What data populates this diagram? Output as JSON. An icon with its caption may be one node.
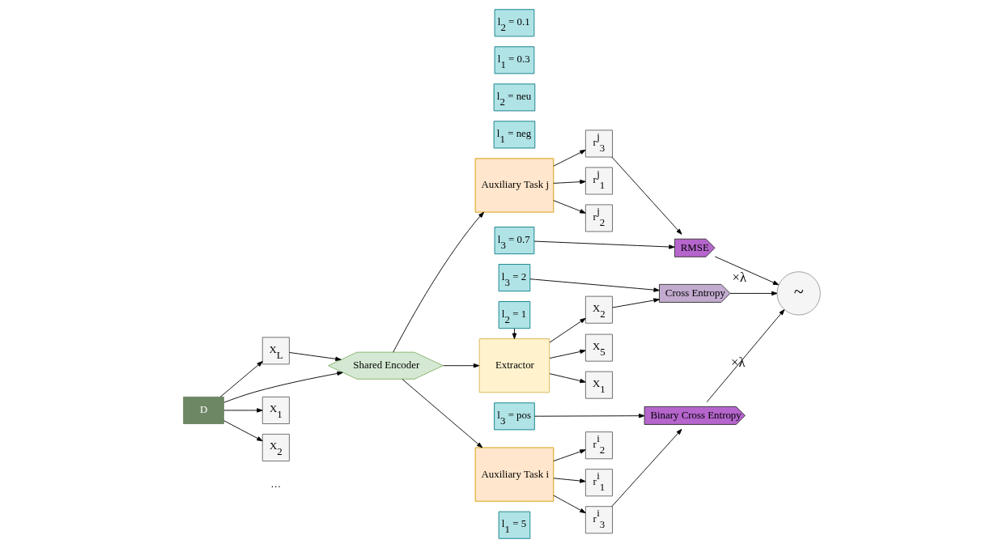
{
  "diagram": {
    "nodes": [
      {
        "text": [
          "l$_{1}$ = 5"
        ]
      },
      {
        "text": [
          "l$_{2}$ = 1"
        ]
      },
      {
        "text": [
          "l$_{3}$ = 2"
        ]
      },
      {
        "text": [
          "Extractor"
        ]
      },
      {
        "text": [
          "X$_{5}$"
        ]
      },
      {
        "text": [
          "X$_{1}$"
        ]
      },
      {
        "text": [
          "X$_{2}$"
        ]
      },
      {
        "text": [
          "Cross Entropy"
        ]
      },
      {
        "text": [
          "l$_{1}$ = neg"
        ]
      },
      {
        "text": [
          "l$_{2}$ = neu"
        ]
      },
      {
        "text": [
          "l$_{3}$ = pos"
        ]
      },
      {
        "text": [
          "D"
        ]
      },
      {
        "text": [
          "Shared Encoder"
        ]
      },
      {
        "text": [
          "Auxiliary Task i"
        ]
      },
      {
        "text": [
          "r$^{i}$$_{1}$"
        ]
      },
      {
        "text": [
          "r$^{i}$$_{2}$"
        ]
      },
      {
        "text": [
          "r$^{i}$$_{3}$"
        ]
      },
      {
        "text": [
          "Binary Cross Entropy"
        ]
      },
      {
        "text": [
          "~"
        ]
      },
      {
        "text": [
          "X$_{1}$"
        ]
      },
      {
        "text": [
          "X$_{2}$"
        ]
      },
      {
        "text": [
          "X$_{L}$"
        ]
      },
      {
        "text": [
          "l$_{1}$ = 0.3"
        ]
      },
      {
        "text": [
          "l$_{2}$ = 0.1"
        ]
      },
      {
        "text": [
          "l$_{3}$ = 0.7"
        ]
      },
      {
        "text": [
          "Auxiliary Task j"
        ]
      },
      {
        "text": [
          "r$^{j}$$_{1}$"
        ]
      },
      {
        "text": [
          "r$^{j}$$_{2}$"
        ]
      },
      {
        "text": [
          "r$^{j}$$_{3}$"
        ]
      },
      {
        "text": [
          "RMSE"
        ]
      }
    ],
    "edges": [
      {
        "from": 11,
        "to": 12,
        "arrow": "to"
      },
      {
        "from": 11,
        "to": 19,
        "arrow": "to"
      },
      {
        "from": 11,
        "to": 20,
        "arrow": "to"
      },
      {
        "from": 11,
        "to": 21,
        "arrow": "to"
      },
      {
        "from": 21,
        "to": 12,
        "arrow": "to"
      },
      {
        "from": 12,
        "to": 3,
        "arrow": "to"
      },
      {
        "from": 12,
        "to": 13,
        "arrow": "to"
      },
      {
        "from": 12,
        "to": 25,
        "arrow": "to"
      },
      {
        "from": 1,
        "to": 3,
        "arrow": "to"
      },
      {
        "from": 3,
        "to": 4,
        "arrow": "to"
      },
      {
        "from": 3,
        "to": 5,
        "arrow": "to"
      },
      {
        "from": 3,
        "to": 6,
        "arrow": "to"
      },
      {
        "from": 2,
        "to": 7,
        "arrow": "to"
      },
      {
        "from": 6,
        "to": 7,
        "arrow": "to"
      },
      {
        "from": 13,
        "to": 14,
        "arrow": "to"
      },
      {
        "from": 13,
        "to": 15,
        "arrow": "to"
      },
      {
        "from": 13,
        "to": 16,
        "arrow": "to"
      },
      {
        "from": 10,
        "to": 17,
        "arrow": "to"
      },
      {
        "from": 16,
        "to": 17,
        "arrow": "to"
      },
      {
        "from": 25,
        "to": 26,
        "arrow": "to"
      },
      {
        "from": 25,
        "to": 27,
        "arrow": "to"
      },
      {
        "from": 25,
        "to": 28,
        "arrow": "to"
      },
      {
        "from": 24,
        "to": 29,
        "arrow": "to"
      },
      {
        "from": 28,
        "to": 29,
        "arrow": "to"
      },
      {
        "from": 7,
        "to": 18,
        "arrow": "to"
      },
      {
        "from": 17,
        "to": 18,
        "label": "×λ",
        "arrow": "to"
      },
      {
        "from": 29,
        "to": 18,
        "label": "×λ",
        "arrow": "to"
      }
    ],
    "labels": [
      "…"
    ]
  }
}
